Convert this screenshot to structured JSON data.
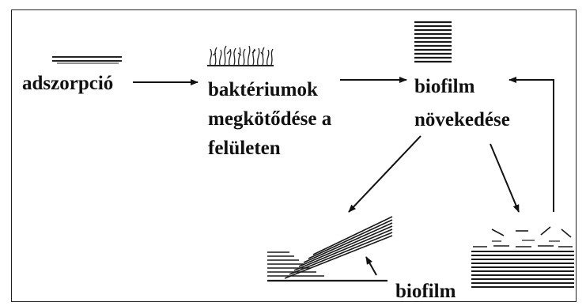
{
  "diagram": {
    "labels": {
      "adsorption": "adszorpció",
      "attachment_line1": "baktériumok",
      "attachment_line2": "megkötődése a",
      "attachment_line3": "felületen",
      "growth_line1": "biofilm",
      "growth_line2": "növekedése",
      "biofilm": "biofilm"
    }
  }
}
